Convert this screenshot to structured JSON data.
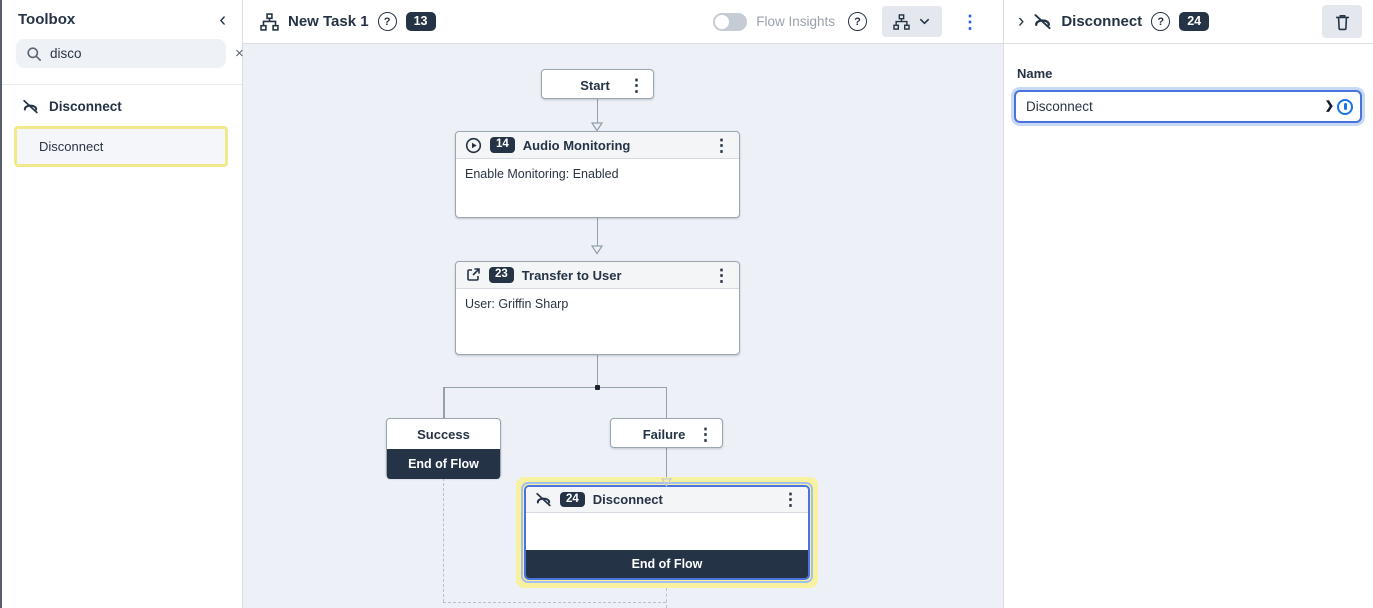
{
  "ui": {
    "kebab_icon": "⋮",
    "help_icon": "?",
    "autofill_chevron": "❯"
  },
  "colors": {
    "navy": "#243345",
    "accent_blue": "#2563eb",
    "selection_blue": "#4a74dd",
    "highlight_yellow": "#f8f1a0",
    "canvas_bg": "#edf1f7"
  },
  "toolbox": {
    "title": "Toolbox",
    "collapse_icon": "‹",
    "search": {
      "value": "disco",
      "clear_icon": "×"
    },
    "category": {
      "label": "Disconnect"
    },
    "items": [
      {
        "label": "Disconnect"
      }
    ]
  },
  "canvas": {
    "header": {
      "title": "New Task 1",
      "badge": "13",
      "flow_insights_label": "Flow Insights"
    },
    "nodes": {
      "start": {
        "label": "Start"
      },
      "audio_monitoring": {
        "badge": "14",
        "title": "Audio Monitoring",
        "body": "Enable Monitoring: Enabled"
      },
      "transfer_to_user": {
        "badge": "23",
        "title": "Transfer to User",
        "body": "User: Griffin Sharp"
      },
      "success": {
        "label": "Success",
        "footer": "End of Flow"
      },
      "failure": {
        "label": "Failure"
      },
      "disconnect": {
        "badge": "24",
        "title": "Disconnect",
        "footer": "End of Flow"
      }
    }
  },
  "inspector": {
    "expand_icon": "›",
    "title": "Disconnect",
    "badge": "24",
    "name_label": "Name",
    "name_value": "Disconnect"
  }
}
